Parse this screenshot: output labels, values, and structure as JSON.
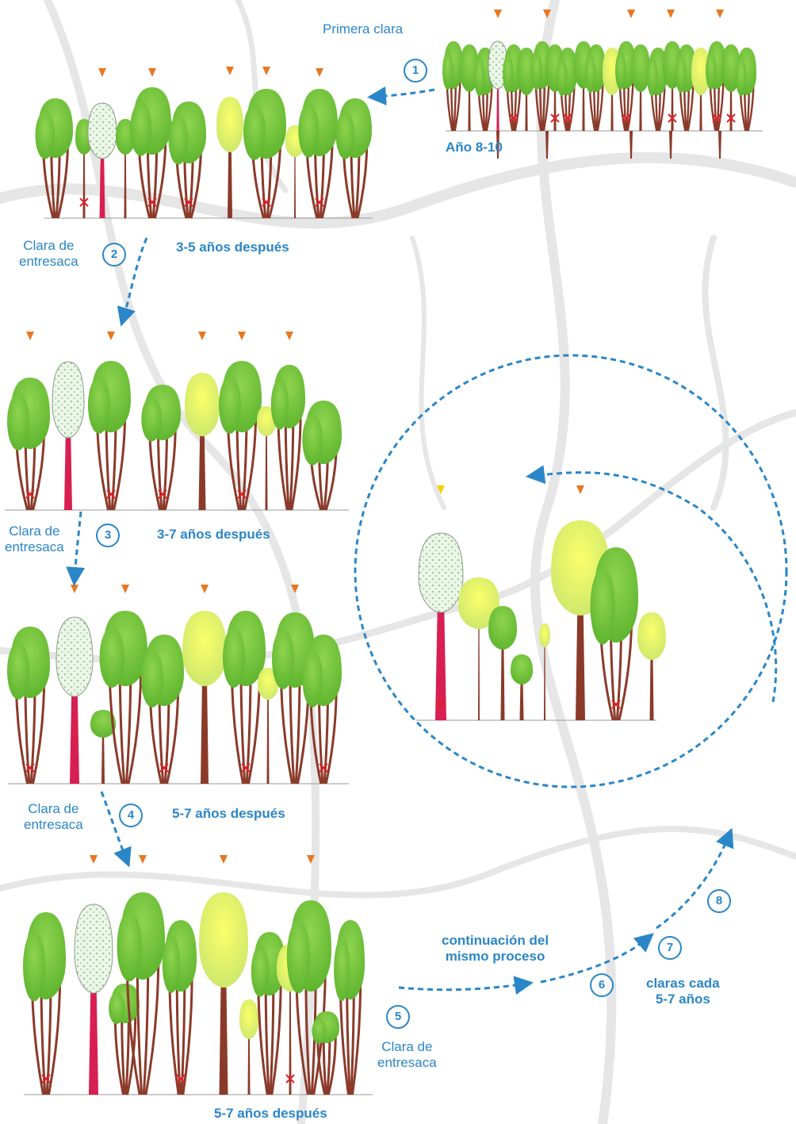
{
  "colors": {
    "arrow": "#2a86c8",
    "trunk": "#8b3a2a",
    "removed_trunk": "#d81f52",
    "marker": "#e87722",
    "marker_yellow": "#f2d200",
    "cross": "#e0202a",
    "crown_green": "#76c83c",
    "crown_yellow": "#e3f27a"
  },
  "steps": [
    {
      "number": "1",
      "caption": "Primera clara",
      "stage": "Año 8-10"
    },
    {
      "number": "2",
      "caption": "Clara de\nentresaca",
      "stage": "3-5 años después"
    },
    {
      "number": "3",
      "caption": "Clara de\nentresaca",
      "stage": "3-7 años después"
    },
    {
      "number": "4",
      "caption": "Clara de\nentresaca",
      "stage": "5-7 años después"
    },
    {
      "number": "5",
      "caption": "Clara de\nentresaca",
      "stage": "5-7 años después"
    },
    {
      "number": "6"
    },
    {
      "number": "7"
    },
    {
      "number": "8"
    }
  ],
  "continuation_text": "continuación del\nmismo proceso",
  "cycle_text": "claras cada\n5-7 años",
  "icons": [
    "tree-icon",
    "mark-triangle-icon",
    "cross-mark-icon",
    "dashed-arrow-icon"
  ]
}
